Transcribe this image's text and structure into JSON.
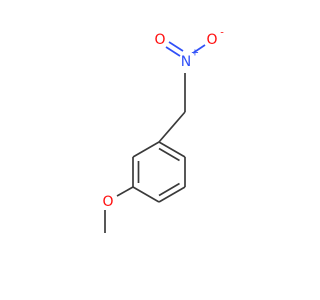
{
  "molecule": {
    "atoms": {
      "nitrogen": {
        "symbol": "N",
        "charge": "+",
        "color": "#3050f8"
      },
      "oxygen_double": {
        "symbol": "O",
        "color": "#ff0d0d"
      },
      "oxygen_single": {
        "symbol": "O",
        "charge": "-",
        "color": "#ff0d0d"
      },
      "oxygen_methoxy": {
        "symbol": "O",
        "color": "#ff0d0d"
      }
    },
    "bond_color": "#3a3a3a"
  }
}
